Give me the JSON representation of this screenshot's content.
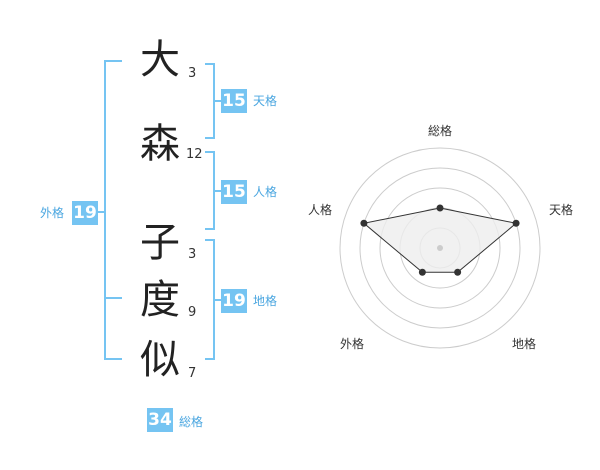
{
  "characters": [
    {
      "char": "大",
      "strokes": "3"
    },
    {
      "char": "森",
      "strokes": "12"
    },
    {
      "char": "子",
      "strokes": "3"
    },
    {
      "char": "度",
      "strokes": "9"
    },
    {
      "char": "似",
      "strokes": "7"
    }
  ],
  "scores": {
    "tenkaku": {
      "value": "15",
      "label": "天格"
    },
    "jinkaku": {
      "value": "15",
      "label": "人格"
    },
    "chikaku": {
      "value": "19",
      "label": "地格"
    },
    "gaikaku": {
      "value": "19",
      "label": "外格"
    },
    "soukaku": {
      "value": "34",
      "label": "総格"
    }
  },
  "radar": {
    "labels": [
      "総格",
      "天格",
      "地格",
      "外格",
      "人格"
    ],
    "levels": [
      0.4,
      0.8,
      0.3,
      0.3,
      0.8
    ],
    "fill_color": "#eeeeee",
    "line_color": "#333333",
    "ring_color": "#cccccc"
  },
  "colors": {
    "accent": "#75c4f2",
    "accent_text": "#4aa6e0"
  }
}
